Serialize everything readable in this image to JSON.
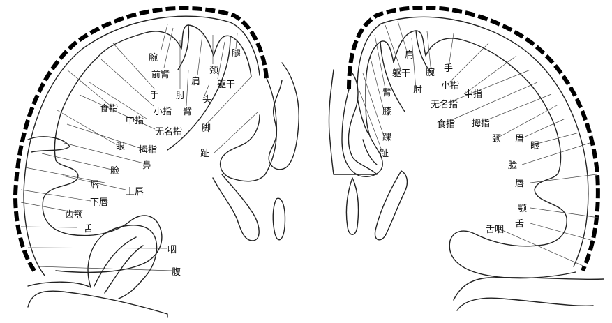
{
  "left": {
    "labels": {
      "wan": "腕",
      "qianbi": "前臂",
      "jian": "肩",
      "jing": "颈",
      "tui": "腿",
      "shou": "手",
      "zhou": "肘",
      "qugan": "躯干",
      "shizhi": "食指",
      "xiaozhi": "小指",
      "bi": "臂",
      "tou": "头",
      "zhongzhi": "中指",
      "wumingzhi": "无名指",
      "jiao": "脚",
      "yan": "眼",
      "muzhi": "拇指",
      "bi_nose": "鼻",
      "zhi_toe": "趾",
      "lian": "脸",
      "chun": "唇",
      "shangchun": "上唇",
      "xiachun": "下唇",
      "chie": "齿颚",
      "she": "舌",
      "yan_throat": "咽",
      "fu": "腹"
    }
  },
  "right": {
    "labels": {
      "jian": "肩",
      "qugan": "躯干",
      "wan": "腕",
      "shou": "手",
      "bi": "臂",
      "zhou": "肘",
      "xiaozhi": "小指",
      "zhongzhi": "中指",
      "xi": "膝",
      "wumingzhi": "无名指",
      "shizhi": "食指",
      "muzhi": "拇指",
      "huai": "踝",
      "jing": "颈",
      "mei": "眉",
      "zhi_toe": "趾",
      "yan": "眼",
      "lian": "脸",
      "chun": "唇",
      "e": "颚",
      "she": "舌",
      "sheyan": "舌咽"
    }
  }
}
